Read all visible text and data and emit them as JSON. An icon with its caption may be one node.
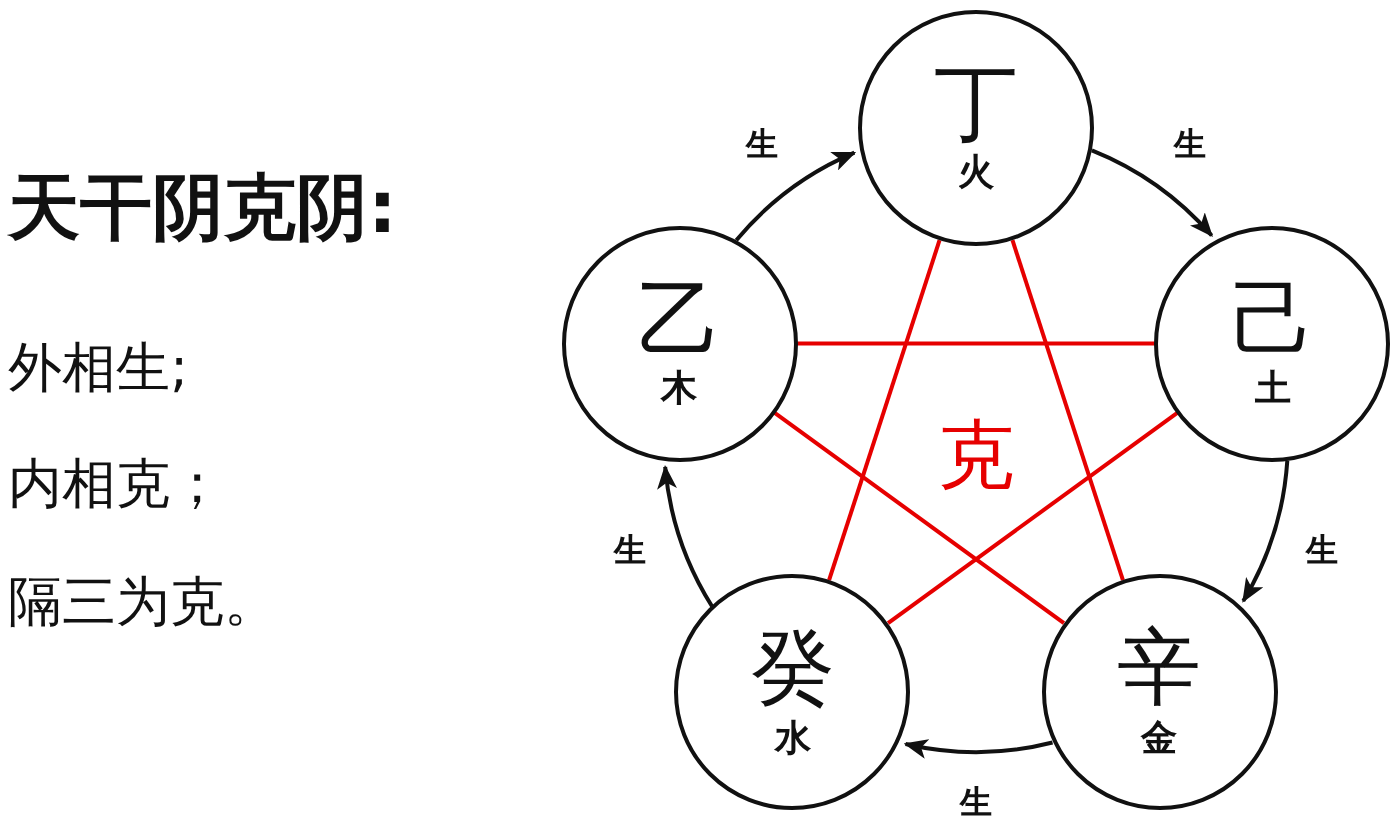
{
  "diagram": {
    "title": "天干阴克阴:",
    "nodes": [
      {
        "text": [
          "丁",
          "火"
        ]
      },
      {
        "text": [
          "乙",
          "木"
        ]
      },
      {
        "text": [
          "己",
          "土"
        ]
      },
      {
        "text": [
          "癸",
          "水"
        ]
      },
      {
        "text": [
          "辛",
          "金"
        ]
      }
    ],
    "edges": [
      {
        "from": 1,
        "to": 0,
        "arrow": "to",
        "label": "生"
      },
      {
        "from": 0,
        "to": 2,
        "arrow": "to",
        "label": "生"
      },
      {
        "from": 2,
        "to": 4,
        "arrow": "to",
        "label": "生"
      },
      {
        "from": 4,
        "to": 3,
        "arrow": "to",
        "label": "生"
      },
      {
        "from": 3,
        "to": 1,
        "arrow": "to",
        "label": "生"
      },
      {
        "from": 0,
        "to": 4,
        "arrow": "none",
        "color": "#e60000"
      },
      {
        "from": 0,
        "to": 3,
        "arrow": "none",
        "color": "#e60000"
      },
      {
        "from": 1,
        "to": 2,
        "arrow": "none",
        "color": "#e60000"
      },
      {
        "from": 1,
        "to": 4,
        "arrow": "none",
        "color": "#e60000"
      },
      {
        "from": 2,
        "to": 3,
        "arrow": "none",
        "color": "#e60000"
      }
    ],
    "labels": [
      "外相生;",
      "内相克；",
      "隔三为克。",
      "克"
    ]
  }
}
